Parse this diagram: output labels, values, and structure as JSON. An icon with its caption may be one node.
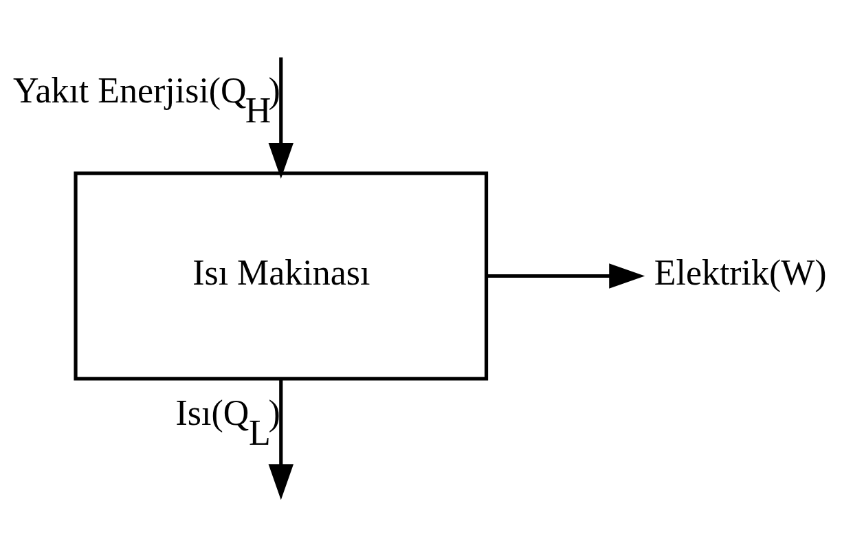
{
  "diagram": {
    "nodes": [
      {
        "text": [
          "Isı Makinası"
        ]
      },
      {
        "text": [
          "Elektrik(W)"
        ]
      }
    ],
    "edges": [
      {
        "from": null,
        "to": 0,
        "arrow": "to",
        "label": "Yakıt Enerjisi(Q$_{H}$)"
      },
      {
        "from": 0,
        "to": 1,
        "arrow": "to"
      },
      {
        "from": 0,
        "to": null,
        "arrow": "to",
        "label": "Isı(Q$_{L}$)"
      }
    ]
  }
}
